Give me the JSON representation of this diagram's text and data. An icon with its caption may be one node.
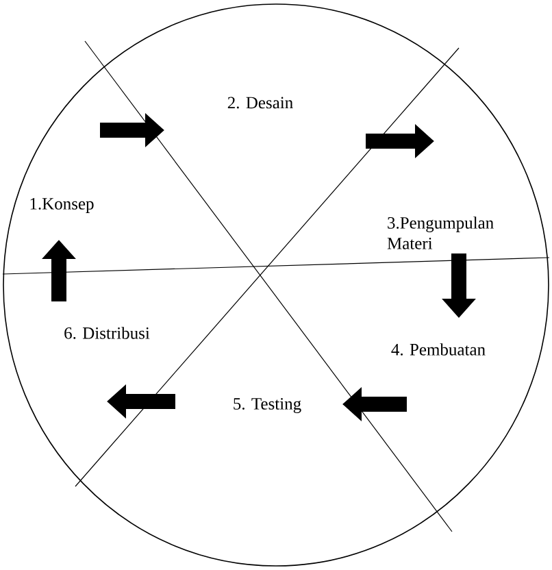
{
  "diagram": {
    "nodes": [
      {
        "text": [],
        "shape": "circle"
      },
      {
        "text": [
          "1.Konsep"
        ],
        "in": 0
      },
      {
        "text": [
          "2. Desain"
        ],
        "in": 0
      },
      {
        "text": [
          "3.Pengumpulan Materi"
        ],
        "in": 0
      },
      {
        "text": [
          "4. Pembuatan"
        ],
        "in": 0
      },
      {
        "text": [
          "5. Testing"
        ],
        "in": 0
      },
      {
        "text": [
          "6. Distribusi"
        ],
        "in": 0
      }
    ],
    "edges": [
      {
        "from": 1,
        "to": 2,
        "arrow": "to"
      },
      {
        "from": 2,
        "to": 3,
        "arrow": "to"
      },
      {
        "from": 3,
        "to": 4,
        "arrow": "to"
      },
      {
        "from": 4,
        "to": 5,
        "arrow": "to"
      },
      {
        "from": 5,
        "to": 6,
        "arrow": "to"
      },
      {
        "from": 6,
        "to": 1,
        "arrow": "to"
      }
    ]
  }
}
